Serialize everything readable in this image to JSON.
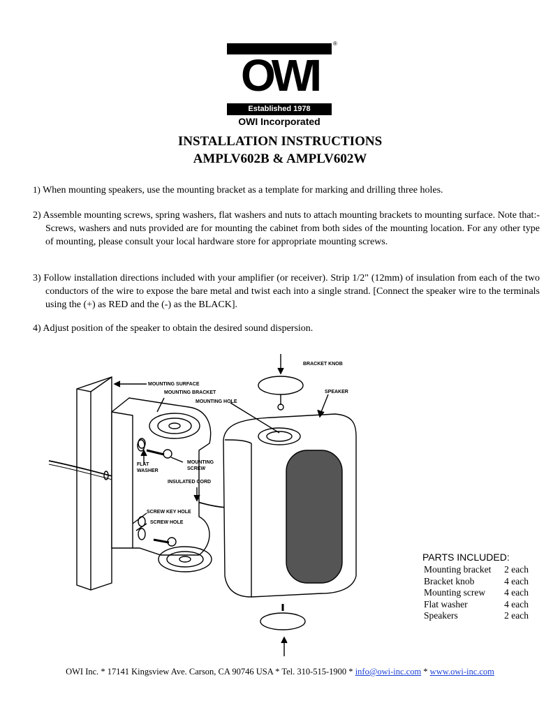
{
  "logo": {
    "word": "OWI",
    "established": "Established 1978",
    "company": "OWI Incorporated",
    "registered": "®"
  },
  "title": {
    "line1": "INSTALLATION INSTRUCTIONS",
    "line2": "AMPLV602B & AMPLV602W"
  },
  "steps": [
    {
      "num": "1)",
      "text": "When mounting speakers, use the mounting bracket as a template for marking and drilling three holes."
    },
    {
      "num": "2)",
      "text": "Assemble mounting screws, spring washers, flat washers and nuts to attach mounting brackets to mounting surface. Note that:- Screws, washers and nuts provided are for mounting the cabinet from both sides of the mounting location. For any other type of mounting, please consult your local hardware store for appropriate mounting screws."
    },
    {
      "num": "3)",
      "text": "Follow installation directions included with your amplifier (or receiver). Strip 1/2\" (12mm) of insulation from each of the two conductors of the wire to expose the bare metal and twist each into a single strand. [Connect the speaker wire to the terminals using the (+) as RED and the (-) as the BLACK]."
    },
    {
      "num": "4)",
      "text": "Adjust position of the speaker to obtain the desired sound dispersion."
    }
  ],
  "diagram_labels": {
    "bracket_knob": "BRACKET KNOB",
    "speaker": "SPEAKER",
    "mounting_surface": "MOUNTING SURFACE",
    "mounting_bracket": "MOUNTING BRACKET",
    "mounting_hole": "MOUNTING HOLE",
    "flat_washer_1": "FLAT",
    "flat_washer_2": "WASHER",
    "mounting_screw_1": "MOUNTING",
    "mounting_screw_2": "SCREW",
    "insulated_cord": "INSULATED CORD",
    "screw_key_hole": "SCREW KEY HOLE",
    "screw_hole": "SCREW HOLE"
  },
  "parts": {
    "title": "PARTS INCLUDED:",
    "items": [
      {
        "name": "Mounting bracket",
        "qty": "2 each"
      },
      {
        "name": "Bracket knob",
        "qty": "4 each"
      },
      {
        "name": "Mounting screw",
        "qty": "4 each"
      },
      {
        "name": "Flat washer",
        "qty": "4 each"
      },
      {
        "name": "Speakers",
        "qty": "2 each"
      }
    ]
  },
  "footer": {
    "text": "OWI Inc. * 17141 Kingsview Ave. Carson, CA 90746 USA * Tel. 310-515-1900 * ",
    "email": "info@owi-inc.com",
    "separator": " * ",
    "website": "www.owi-inc.com"
  }
}
